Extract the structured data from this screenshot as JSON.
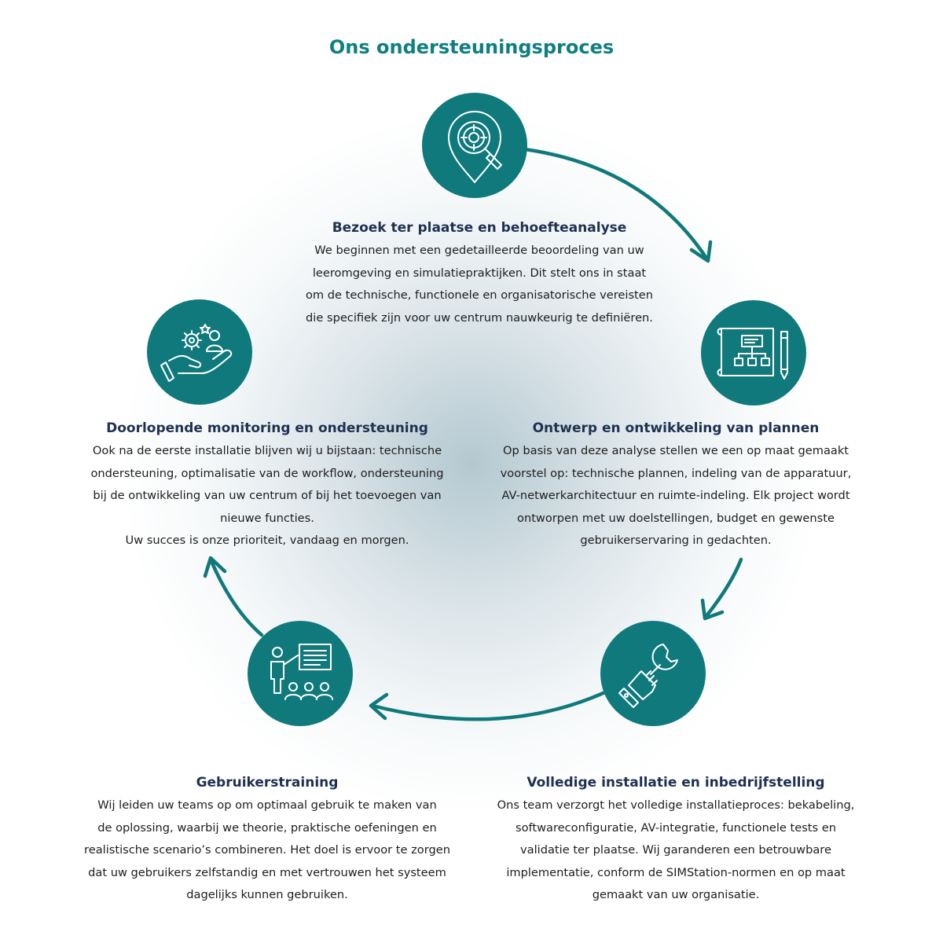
{
  "title": "Ons ondersteuningsproces",
  "colors": {
    "teal": "#10797c",
    "title_teal": "#0e7f82",
    "heading": "#1f3150",
    "text": "#1d1d1d"
  },
  "steps": [
    {
      "icon": "location-search-icon",
      "title": "Bezoek ter plaatse en behoefteanalyse",
      "lines": [
        "We beginnen met een gedetailleerde beoordeling van uw",
        "leeromgeving en simulatiepraktijken. Dit stelt ons in staat",
        "om de technische, functionele en organisatorische vereisten",
        "die specifiek zijn voor uw centrum nauwkeurig te definiëren."
      ]
    },
    {
      "icon": "blueprint-plan-icon",
      "title": "Ontwerp en ontwikkeling van plannen",
      "lines": [
        "Op basis van deze analyse stellen we een op maat gemaakt",
        "voorstel op: technische plannen, indeling van de apparatuur,",
        "AV-netwerkarchitectuur en ruimte-indeling. Elk project wordt",
        "ontworpen met uw doelstellingen, budget en gewenste",
        "gebruikerservaring in gedachten."
      ]
    },
    {
      "icon": "wrench-hand-icon",
      "title": "Volledige installatie en inbedrijfstelling",
      "lines": [
        "Ons team verzorgt het volledige installatieproces: bekabeling,",
        "softwareconfiguratie, AV-integratie, functionele tests en",
        "validatie ter plaatse. Wij garanderen een betrouwbare",
        "implementatie, conform de SIMStation-normen en op maat",
        "gemaakt van uw organisatie."
      ]
    },
    {
      "icon": "presentation-training-icon",
      "title": "Gebruikerstraining",
      "lines": [
        "Wij leiden uw teams op om optimaal gebruik te maken van",
        "de oplossing, waarbij we theorie, praktische oefeningen en",
        "realistische scenario’s combineren. Het doel is ervoor te zorgen",
        "dat uw gebruikers zelfstandig en met vertrouwen het systeem",
        "dagelijks kunnen gebruiken."
      ]
    },
    {
      "icon": "hand-support-icon",
      "title": "Doorlopende monitoring en ondersteuning",
      "lines": [
        "Ook na de eerste installatie blijven wij u bijstaan: technische",
        "ondersteuning, optimalisatie van de workflow, ondersteuning",
        "bij de ontwikkeling van uw centrum of bij het toevoegen van",
        "nieuwe functies.",
        "Uw succes is onze prioriteit, vandaag en morgen."
      ]
    }
  ]
}
